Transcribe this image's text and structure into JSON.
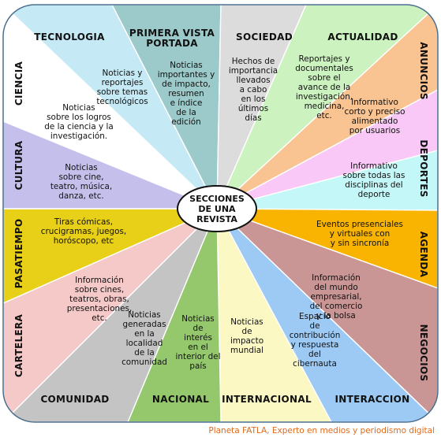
{
  "hub": {
    "lines": [
      "SECCIONES",
      "DE UNA",
      "REVISTA"
    ]
  },
  "credit": "Planeta FATLA, Experto en medios y periodismo digital",
  "sections": [
    {
      "name": "TECNOLOGIA",
      "color": "#c6eaf5",
      "desc": [
        "Noticias y",
        "reportajes",
        "sobre temas",
        "tecnológicos"
      ]
    },
    {
      "name": "PRIMERA VISTA PORTADA",
      "color": "#9cc9c9",
      "desc": [
        "Noticias",
        "importantes y",
        "de impacto,",
        "resumen",
        "e índice",
        "de la",
        "edición"
      ]
    },
    {
      "name": "SOCIEDAD",
      "color": "#dcdcdc",
      "desc": [
        "Hechos de",
        "importancia",
        "llevados",
        "a cabo",
        "en los",
        "últimos",
        "días"
      ]
    },
    {
      "name": "ACTUALIDAD",
      "color": "#ccf2c0",
      "desc": [
        "Reportajes y",
        "documentales",
        "sobre el",
        "avance de la",
        "investigación,",
        "medicina,",
        "etc."
      ]
    },
    {
      "name": "ANUNCIOS",
      "color": "#f9c492",
      "desc": [
        "Informativo",
        "corto y preciso",
        "alimentado",
        "por usuarios"
      ]
    },
    {
      "name": "DEPORTES",
      "color": "#f9c8f7",
      "desc": [
        "Informativo",
        "sobre todas las",
        "disciplinas del",
        "deporte"
      ]
    },
    {
      "name": "AGENDA",
      "color": "#c4f7f7",
      "desc": [
        "Eventos presenciales",
        "y virtuales con",
        "y sin sincronía"
      ]
    },
    {
      "name": "NEGOCIOS",
      "color": "#f8b400",
      "desc": [
        "Información",
        "del mundo",
        "empresarial,",
        "del comercio",
        "y la bolsa"
      ]
    },
    {
      "name": "INTERACCION",
      "color": "#c99595",
      "desc": [
        "Espacio",
        "de",
        "contribución",
        "y respuesta",
        "del",
        "cibernauta"
      ]
    },
    {
      "name": "INTERNACIONAL",
      "color": "#9ccaf5",
      "desc": [
        "Noticias",
        "de",
        "impacto",
        "mundial"
      ]
    },
    {
      "name": "NACIONAL",
      "color": "#fbf8c4",
      "desc": [
        "Noticias",
        "de",
        "interés",
        "en el",
        "interior del",
        "país"
      ]
    },
    {
      "name": "COMUNIDAD",
      "color": "#95c86d",
      "desc": [
        "Noticias",
        "generadas",
        "en la",
        "localidad",
        "de la",
        "comunidad"
      ]
    },
    {
      "name": "CARTELERA",
      "color": "#c4c4c4",
      "desc": [
        "Información",
        "sobre cines,",
        "teatros, obras,",
        "presentaciones,",
        "etc."
      ]
    },
    {
      "name": "PASATIEMPO",
      "color": "#f6c9c9",
      "desc": [
        "Tiras cómicas,",
        "crucigramas, juegos,",
        "horóscopo, etc"
      ]
    },
    {
      "name": "CULTURA",
      "color": "#e8d018",
      "desc": [
        "Noticias",
        "sobre cine,",
        "teatro, música,",
        "danza, etc."
      ]
    },
    {
      "name": "CIENCIA",
      "color": "#c5c0eb",
      "desc": [
        "Noticias",
        "sobre los logros",
        "de la ciencia y la",
        "investigación."
      ]
    }
  ]
}
